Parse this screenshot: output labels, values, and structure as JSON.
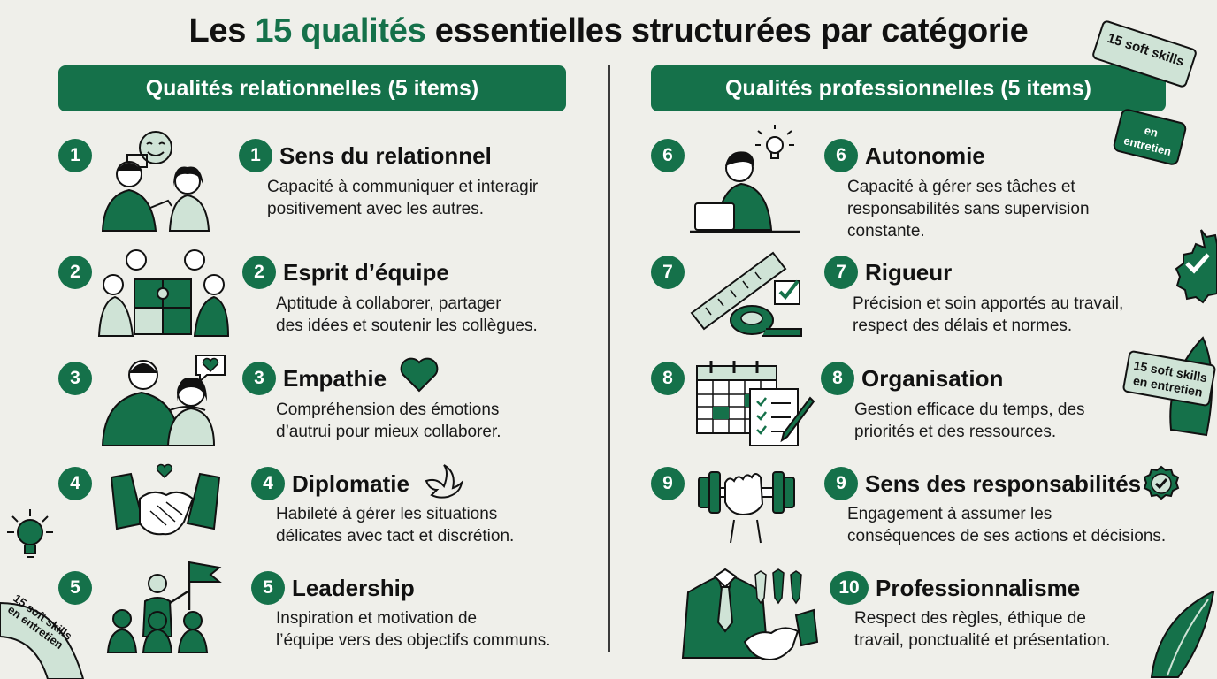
{
  "title": {
    "prefix": "Les ",
    "accent": "15 qualités",
    "suffix": " essentielles structurées par catégorie"
  },
  "categories": {
    "left": "Qualités relationnelles (5 items)",
    "right": "Qualités professionnelles (5 items)"
  },
  "items": [
    {
      "number": "1",
      "title": "Sens du relationnel",
      "desc": [
        "Capacité à communiquer et interagir",
        "positivement avec les autres."
      ]
    },
    {
      "number": "2",
      "title": "Esprit d’équipe",
      "desc": [
        "Aptitude à collaborer, partager",
        "des idées et soutenir les collègues."
      ]
    },
    {
      "number": "3",
      "title": "Empathie",
      "desc": [
        "Compréhension des émotions",
        "d’autrui pour mieux collaborer."
      ]
    },
    {
      "number": "4",
      "title": "Diplomatie",
      "desc": [
        "Habileté à gérer les situations",
        "délicates avec tact et discrétion."
      ]
    },
    {
      "number": "5",
      "title": "Leadership",
      "desc": [
        "Inspiration et motivation de",
        "l’équipe vers des objectifs communs."
      ]
    },
    {
      "number": "6",
      "title": "Autonomie",
      "desc": [
        "Capacité à gérer ses tâches et",
        "responsabilités sans supervision",
        "constante."
      ]
    },
    {
      "number": "7",
      "title": "Rigueur",
      "desc": [
        "Précision et soin apportés au travail,",
        "respect des délais et normes."
      ]
    },
    {
      "number": "8",
      "title": "Organisation",
      "desc": [
        "Gestion efficace du temps, des",
        "priorités et des ressources."
      ]
    },
    {
      "number": "9",
      "title": "Sens des responsabilités",
      "desc": [
        "Engagement à assumer les",
        "conséquences de ses actions et décisions."
      ]
    },
    {
      "number": "10",
      "title": "Professionnalisme",
      "desc": [
        "Respect des règles, éthique de",
        "travail, ponctualité et présentation."
      ]
    }
  ],
  "stickers": {
    "top_right": "15 soft skills",
    "puzzle_line1": "en",
    "puzzle_line2": "entretien",
    "mid_right_line1": "15 soft skills",
    "mid_right_line2": "en entretien",
    "bottom_left_line1": "15 soft skills",
    "bottom_left_line2": "en entretien"
  },
  "colors": {
    "accent": "#15714a",
    "light": "#cfe3d6",
    "background": "#efefea"
  }
}
